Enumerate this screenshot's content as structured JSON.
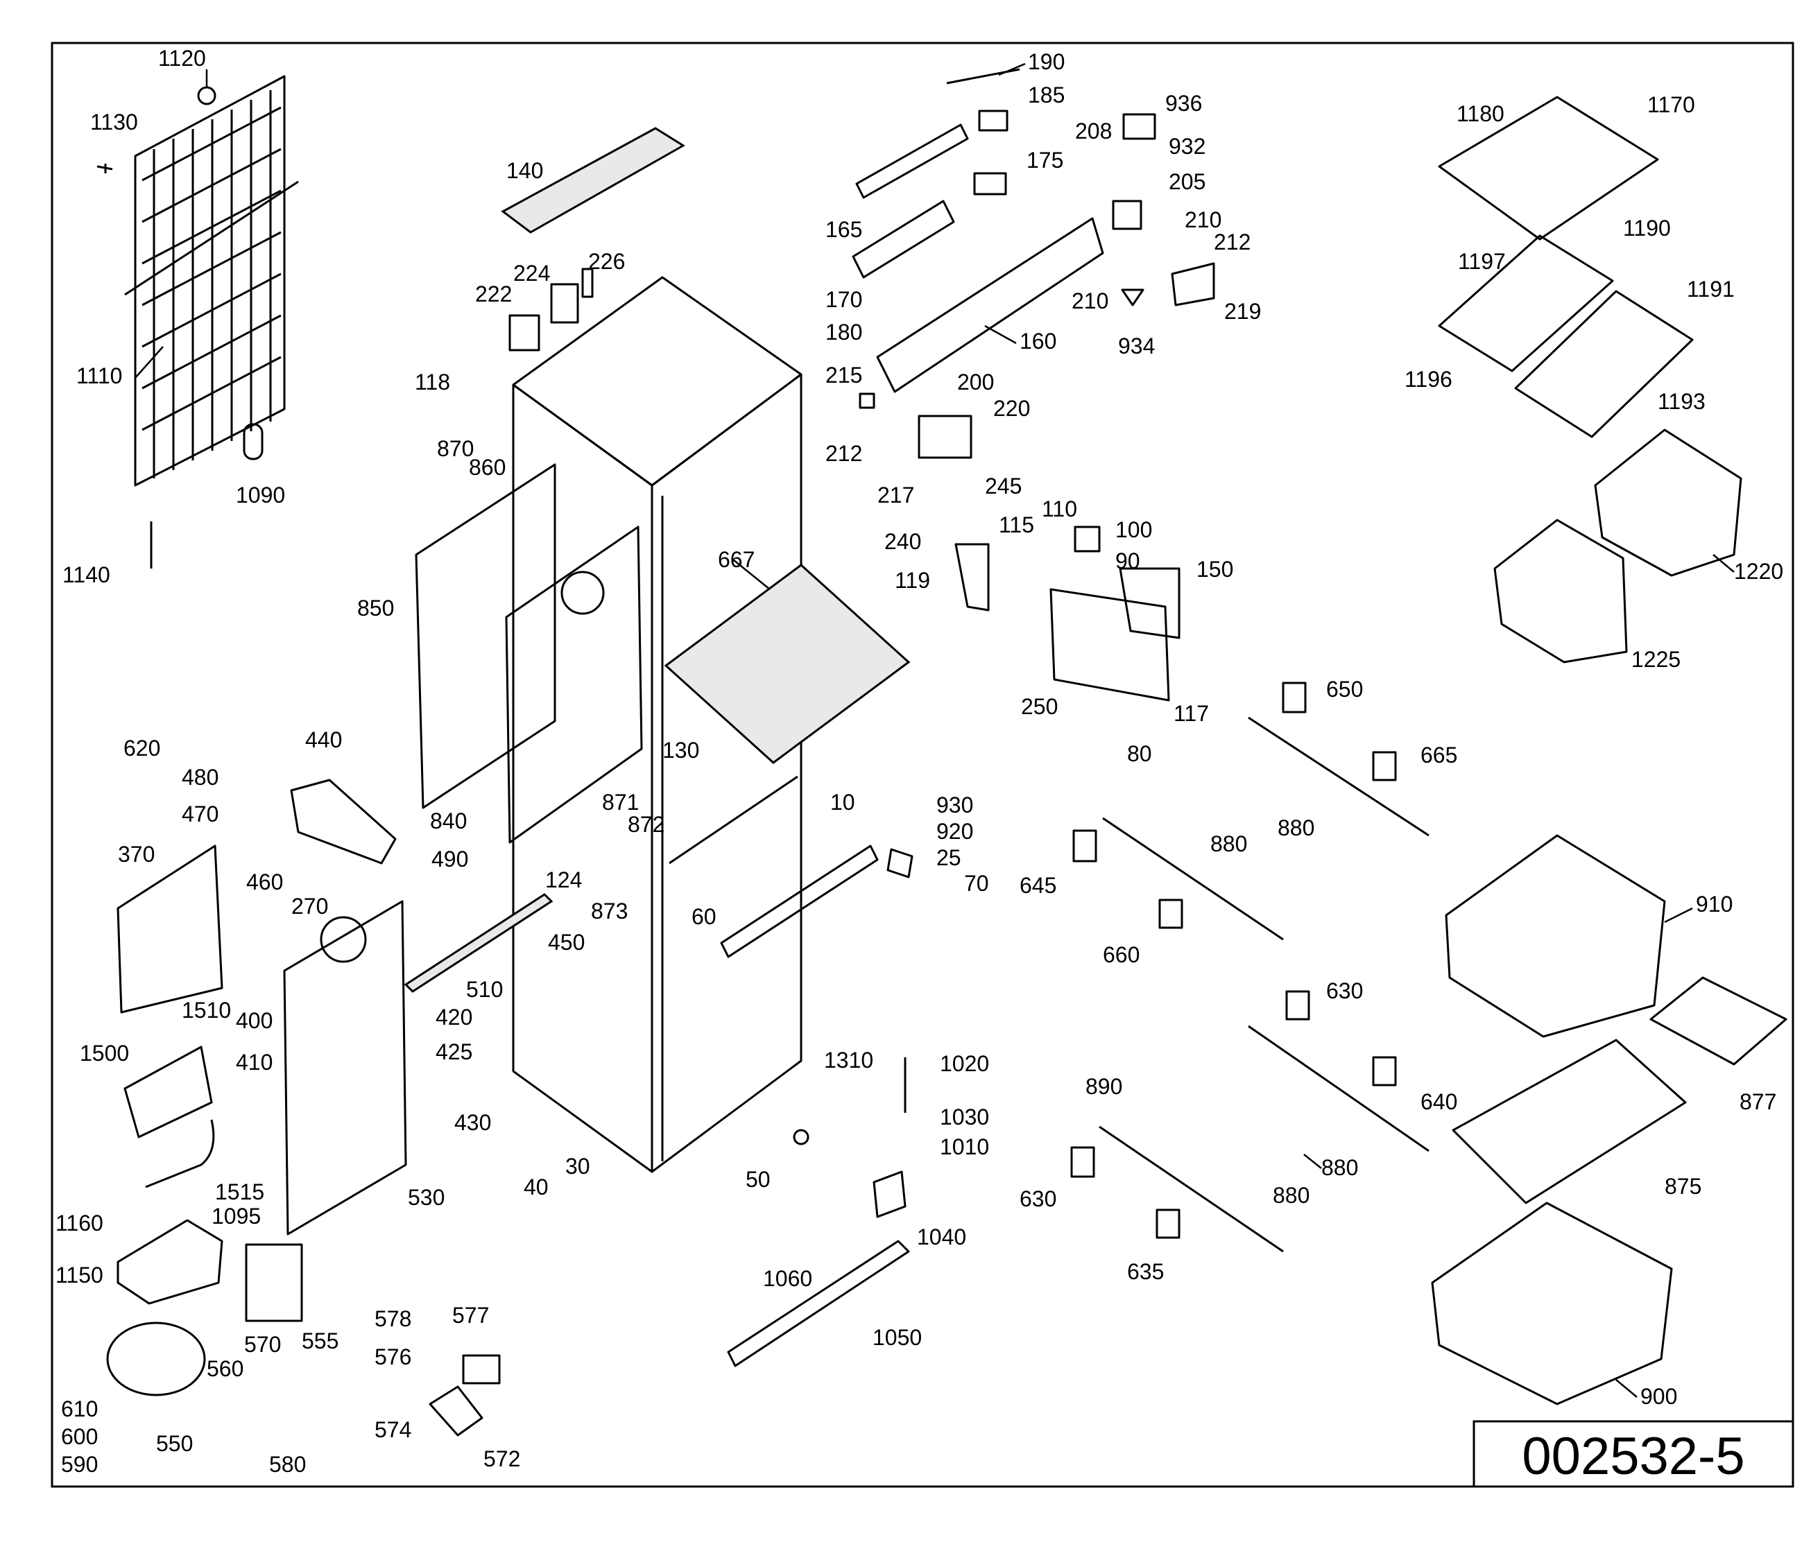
{
  "drawing_code": "002532-5",
  "callouts": [
    {
      "id": "1120",
      "label": "1120"
    },
    {
      "id": "1130",
      "label": "1130"
    },
    {
      "id": "1110",
      "label": "1110"
    },
    {
      "id": "1090",
      "label": "1090"
    },
    {
      "id": "1140",
      "label": "1140"
    },
    {
      "id": "140",
      "label": "140"
    },
    {
      "id": "226",
      "label": "226"
    },
    {
      "id": "224",
      "label": "224"
    },
    {
      "id": "222",
      "label": "222"
    },
    {
      "id": "118",
      "label": "118"
    },
    {
      "id": "870",
      "label": "870"
    },
    {
      "id": "860",
      "label": "860"
    },
    {
      "id": "850",
      "label": "850"
    },
    {
      "id": "840",
      "label": "840"
    },
    {
      "id": "667",
      "label": "667"
    },
    {
      "id": "130",
      "label": "130"
    },
    {
      "id": "871",
      "label": "871"
    },
    {
      "id": "872",
      "label": "872"
    },
    {
      "id": "873",
      "label": "873"
    },
    {
      "id": "124",
      "label": "124"
    },
    {
      "id": "490",
      "label": "490"
    },
    {
      "id": "450",
      "label": "450"
    },
    {
      "id": "510",
      "label": "510"
    },
    {
      "id": "420",
      "label": "420"
    },
    {
      "id": "425",
      "label": "425"
    },
    {
      "id": "430",
      "label": "430"
    },
    {
      "id": "40",
      "label": "40"
    },
    {
      "id": "30",
      "label": "30"
    },
    {
      "id": "530",
      "label": "530"
    },
    {
      "id": "10",
      "label": "10"
    },
    {
      "id": "60",
      "label": "60"
    },
    {
      "id": "620",
      "label": "620"
    },
    {
      "id": "440",
      "label": "440"
    },
    {
      "id": "480",
      "label": "480"
    },
    {
      "id": "470",
      "label": "470"
    },
    {
      "id": "460",
      "label": "460"
    },
    {
      "id": "370",
      "label": "370"
    },
    {
      "id": "270",
      "label": "270"
    },
    {
      "id": "400",
      "label": "400"
    },
    {
      "id": "410",
      "label": "410"
    },
    {
      "id": "1510",
      "label": "1510"
    },
    {
      "id": "1500",
      "label": "1500"
    },
    {
      "id": "1515",
      "label": "1515"
    },
    {
      "id": "1160",
      "label": "1160"
    },
    {
      "id": "1095",
      "label": "1095"
    },
    {
      "id": "1150",
      "label": "1150"
    },
    {
      "id": "555",
      "label": "555"
    },
    {
      "id": "570",
      "label": "570"
    },
    {
      "id": "560",
      "label": "560"
    },
    {
      "id": "550",
      "label": "550"
    },
    {
      "id": "610",
      "label": "610"
    },
    {
      "id": "600",
      "label": "600"
    },
    {
      "id": "590",
      "label": "590"
    },
    {
      "id": "580",
      "label": "580"
    },
    {
      "id": "578",
      "label": "578"
    },
    {
      "id": "577",
      "label": "577"
    },
    {
      "id": "576",
      "label": "576"
    },
    {
      "id": "574",
      "label": "574"
    },
    {
      "id": "572",
      "label": "572"
    },
    {
      "id": "190",
      "label": "190"
    },
    {
      "id": "185",
      "label": "185"
    },
    {
      "id": "175",
      "label": "175"
    },
    {
      "id": "165",
      "label": "165"
    },
    {
      "id": "170",
      "label": "170"
    },
    {
      "id": "180",
      "label": "180"
    },
    {
      "id": "160",
      "label": "160"
    },
    {
      "id": "936",
      "label": "936"
    },
    {
      "id": "208",
      "label": "208"
    },
    {
      "id": "932",
      "label": "932"
    },
    {
      "id": "205",
      "label": "205"
    },
    {
      "id": "210a",
      "label": "210"
    },
    {
      "id": "212a",
      "label": "212"
    },
    {
      "id": "210b",
      "label": "210"
    },
    {
      "id": "219",
      "label": "219"
    },
    {
      "id": "934",
      "label": "934"
    },
    {
      "id": "215",
      "label": "215"
    },
    {
      "id": "200",
      "label": "200"
    },
    {
      "id": "220",
      "label": "220"
    },
    {
      "id": "212b",
      "label": "212"
    },
    {
      "id": "217",
      "label": "217"
    },
    {
      "id": "245",
      "label": "245"
    },
    {
      "id": "240",
      "label": "240"
    },
    {
      "id": "115",
      "label": "115"
    },
    {
      "id": "110",
      "label": "110"
    },
    {
      "id": "100",
      "label": "100"
    },
    {
      "id": "90",
      "label": "90"
    },
    {
      "id": "150",
      "label": "150"
    },
    {
      "id": "119",
      "label": "119"
    },
    {
      "id": "250",
      "label": "250"
    },
    {
      "id": "80",
      "label": "80"
    },
    {
      "id": "117",
      "label": "117"
    },
    {
      "id": "930",
      "label": "930"
    },
    {
      "id": "920",
      "label": "920"
    },
    {
      "id": "25",
      "label": "25"
    },
    {
      "id": "70",
      "label": "70"
    },
    {
      "id": "1310",
      "label": "1310"
    },
    {
      "id": "1020",
      "label": "1020"
    },
    {
      "id": "1030",
      "label": "1030"
    },
    {
      "id": "1010",
      "label": "1010"
    },
    {
      "id": "50",
      "label": "50"
    },
    {
      "id": "1040",
      "label": "1040"
    },
    {
      "id": "1060",
      "label": "1060"
    },
    {
      "id": "1050",
      "label": "1050"
    },
    {
      "id": "650",
      "label": "650"
    },
    {
      "id": "665",
      "label": "665"
    },
    {
      "id": "880a",
      "label": "880"
    },
    {
      "id": "880b",
      "label": "880"
    },
    {
      "id": "645",
      "label": "645"
    },
    {
      "id": "660",
      "label": "660"
    },
    {
      "id": "630a",
      "label": "630"
    },
    {
      "id": "640",
      "label": "640"
    },
    {
      "id": "880c",
      "label": "880"
    },
    {
      "id": "890",
      "label": "890"
    },
    {
      "id": "630b",
      "label": "630"
    },
    {
      "id": "880d",
      "label": "880"
    },
    {
      "id": "635",
      "label": "635"
    },
    {
      "id": "1180",
      "label": "1180"
    },
    {
      "id": "1170",
      "label": "1170"
    },
    {
      "id": "1190",
      "label": "1190"
    },
    {
      "id": "1197",
      "label": "1197"
    },
    {
      "id": "1191",
      "label": "1191"
    },
    {
      "id": "1196",
      "label": "1196"
    },
    {
      "id": "1193",
      "label": "1193"
    },
    {
      "id": "1220",
      "label": "1220"
    },
    {
      "id": "1225",
      "label": "1225"
    },
    {
      "id": "910",
      "label": "910"
    },
    {
      "id": "877",
      "label": "877"
    },
    {
      "id": "875",
      "label": "875"
    },
    {
      "id": "900",
      "label": "900"
    }
  ]
}
